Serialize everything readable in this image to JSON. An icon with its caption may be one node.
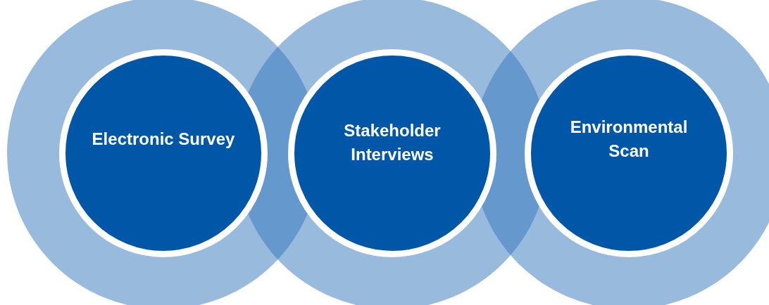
{
  "diagram": {
    "nodes": [
      {
        "text": [
          "Electronic Survey"
        ]
      },
      {
        "text": [
          "Stakeholder Interviews"
        ]
      },
      {
        "text": [
          "Environmental Scan"
        ]
      }
    ]
  }
}
